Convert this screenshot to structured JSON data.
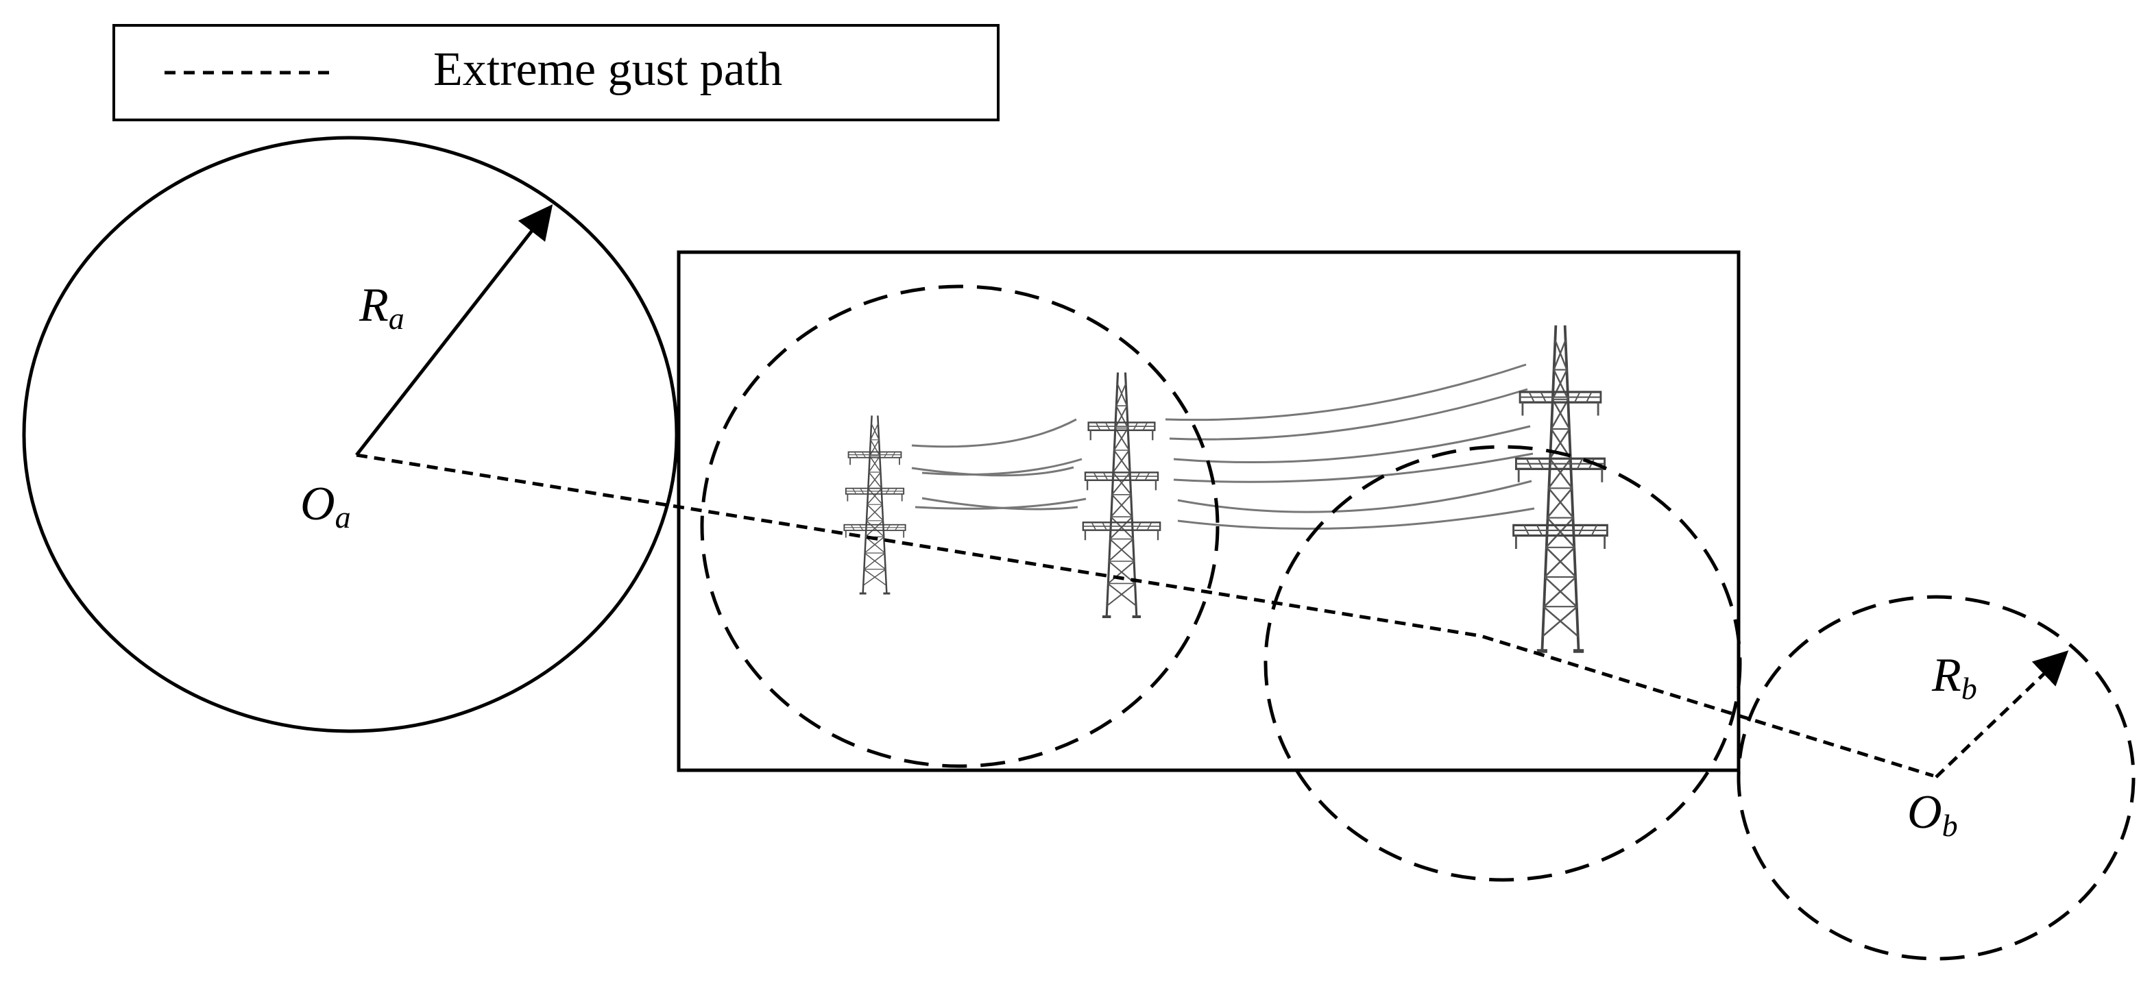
{
  "legend": {
    "entry_label": "Extreme gust path",
    "line_style": "dashed"
  },
  "labels": {
    "center_a_main": "O",
    "center_a_sub": "a",
    "radius_a_main": "R",
    "radius_a_sub": "a",
    "center_b_main": "O",
    "center_b_sub": "b",
    "radius_b_main": "R",
    "radius_b_sub": "b"
  },
  "colors": {
    "stroke": "#000000",
    "tower": "#444444",
    "conductor": "#666666",
    "background": "#ffffff"
  },
  "icons": {
    "transmission_tower": "transmission-tower-icon"
  }
}
